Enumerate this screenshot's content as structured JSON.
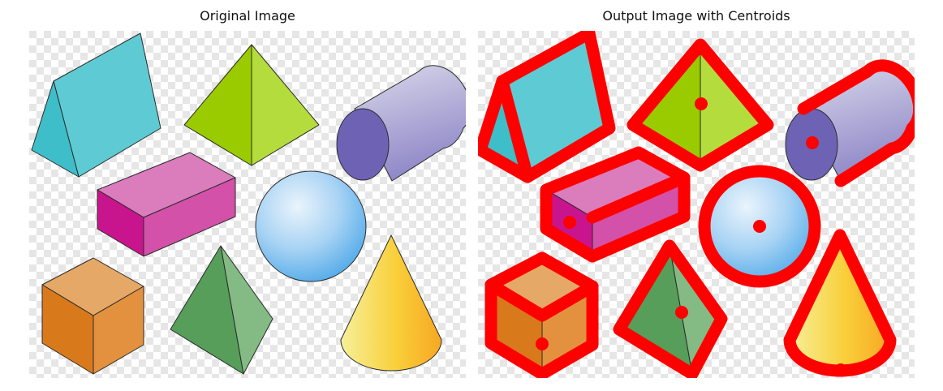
{
  "panels": {
    "left": {
      "title": "Original Image"
    },
    "right": {
      "title": "Output Image with Centroids"
    }
  },
  "colors": {
    "checker_light": "#ffffff",
    "checker_dark": "#e6e6e6",
    "outline": "#2b2b2b",
    "contour": "#ff0000",
    "prism_front": "#5ecad3",
    "prism_side": "#3ebec8",
    "pyramid_left": "#9acb00",
    "pyramid_right": "#b3dc3c",
    "cylinder_body": "#b8b6da",
    "cylinder_cap": "#6e62b4",
    "box_top": "#db7cbd",
    "box_front": "#c9158d",
    "box_side": "#d351a8",
    "sphere_light": "#eaf4fc",
    "sphere_dark": "#5aaeea",
    "cube_top": "#e6a866",
    "cube_left": "#d8791c",
    "cube_right": "#e3913e",
    "tetra_left": "#569e59",
    "tetra_right": "#84ba83",
    "cone_light": "#f6f09a",
    "cone_dark": "#f7a723"
  },
  "shapes": [
    {
      "name": "triangular-prism"
    },
    {
      "name": "square-pyramid"
    },
    {
      "name": "cylinder"
    },
    {
      "name": "rectangular-box"
    },
    {
      "name": "sphere"
    },
    {
      "name": "cube"
    },
    {
      "name": "tetrahedron"
    },
    {
      "name": "cone"
    }
  ]
}
